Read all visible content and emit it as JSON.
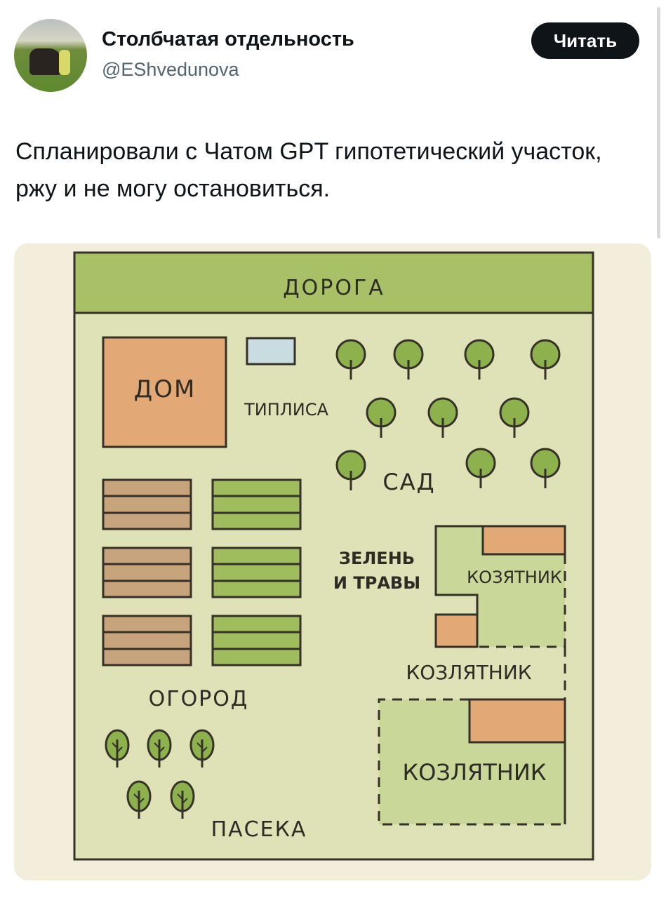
{
  "author": {
    "name": "Столбчатая отдельность",
    "handle": "@EShvedunova",
    "follow_label": "Читать"
  },
  "tweet": {
    "text": "Спланировали с Чатом GPT гипотетический участок, ржу и не могу остановиться."
  },
  "diagram": {
    "road": "ДОРОГА",
    "house": "ДОМ",
    "toilet": "ТИПЛИСА",
    "garden": "САД",
    "greens_line1": "ЗЕЛЕНЬ",
    "greens_line2": "И ТРАВЫ",
    "goat_pen_1": "КОЗЯТНИК",
    "goat_pen_2": "КОЗЛЯТНИК",
    "goat_pen_3": "КОЗЛЯТНИК",
    "vegetable_garden": "ОГОРОД",
    "apiary": "ПАСЕКА",
    "colors": {
      "road": "#a9c166",
      "field": "#dfe1b6",
      "house": "#e2a977",
      "toilet": "#c9dde0",
      "tree": "#8db14c",
      "bed_brown": "#c7a47c",
      "bed_green": "#9fbd5d",
      "pen": "#c9d898"
    }
  }
}
